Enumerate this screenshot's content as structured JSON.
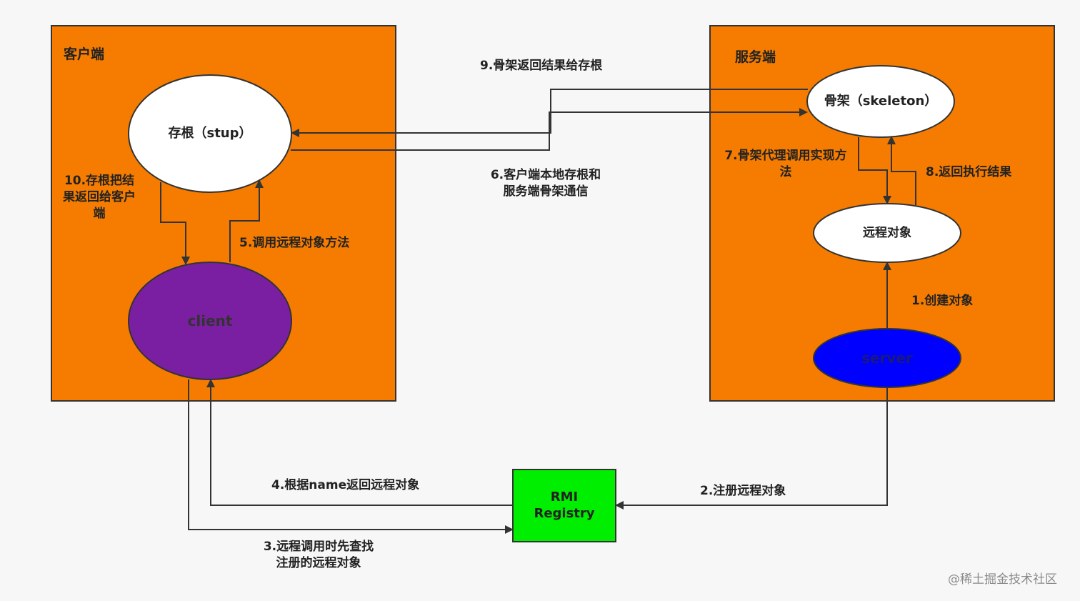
{
  "client_panel": {
    "title": "客户端"
  },
  "server_panel": {
    "title": "服务端"
  },
  "nodes": {
    "stub": "存根（stup）",
    "client": "client",
    "skeleton": "骨架（skeleton）",
    "remote_object": "远程对象",
    "server": "server",
    "registry_line1": "RMI",
    "registry_line2": "Registry"
  },
  "labels": {
    "step1": "1.创建对象",
    "step2": "2.注册远程对象",
    "step3_line1": "3.远程调用时先查找",
    "step3_line2": "注册的远程对象",
    "step4": "4.根据name返回远程对象",
    "step5": "5.调用远程对象方法",
    "step6_line1": "6.客户端本地存根和",
    "step6_line2": "服务端骨架通信",
    "step7_line1": "7.骨架代理调用实现方",
    "step7_line2": "法",
    "step8": "8.返回执行结果",
    "step9": "9.骨架返回结果给存根",
    "step10_line1": "10.存根把结",
    "step10_line2": "果返回给客户",
    "step10_line3": "端"
  },
  "watermark": "@稀土掘金技术社区",
  "colors": {
    "panel": "#f57c00",
    "client_node": "#7b1fa2",
    "server_node": "#0000ff",
    "registry": "#00ee00",
    "ellipse_white": "#ffffff"
  }
}
